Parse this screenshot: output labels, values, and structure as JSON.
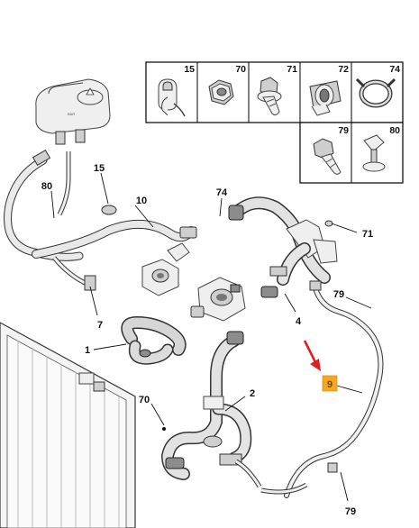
{
  "parts_grid": {
    "row1": [
      "15",
      "70",
      "71",
      "72",
      "74"
    ],
    "row2": [
      "79",
      "80"
    ]
  },
  "callouts": {
    "c80": "80",
    "c15": "15",
    "c10": "10",
    "c74": "74",
    "c71": "71",
    "c79_top": "79",
    "c7": "7",
    "c4": "4",
    "c1": "1",
    "c9": "9",
    "c70": "70",
    "c2": "2",
    "c79_bottom": "79"
  },
  "colors": {
    "highlight_fill": "#f5a623",
    "highlight_text": "#7a4a00",
    "arrow": "#e02020"
  }
}
